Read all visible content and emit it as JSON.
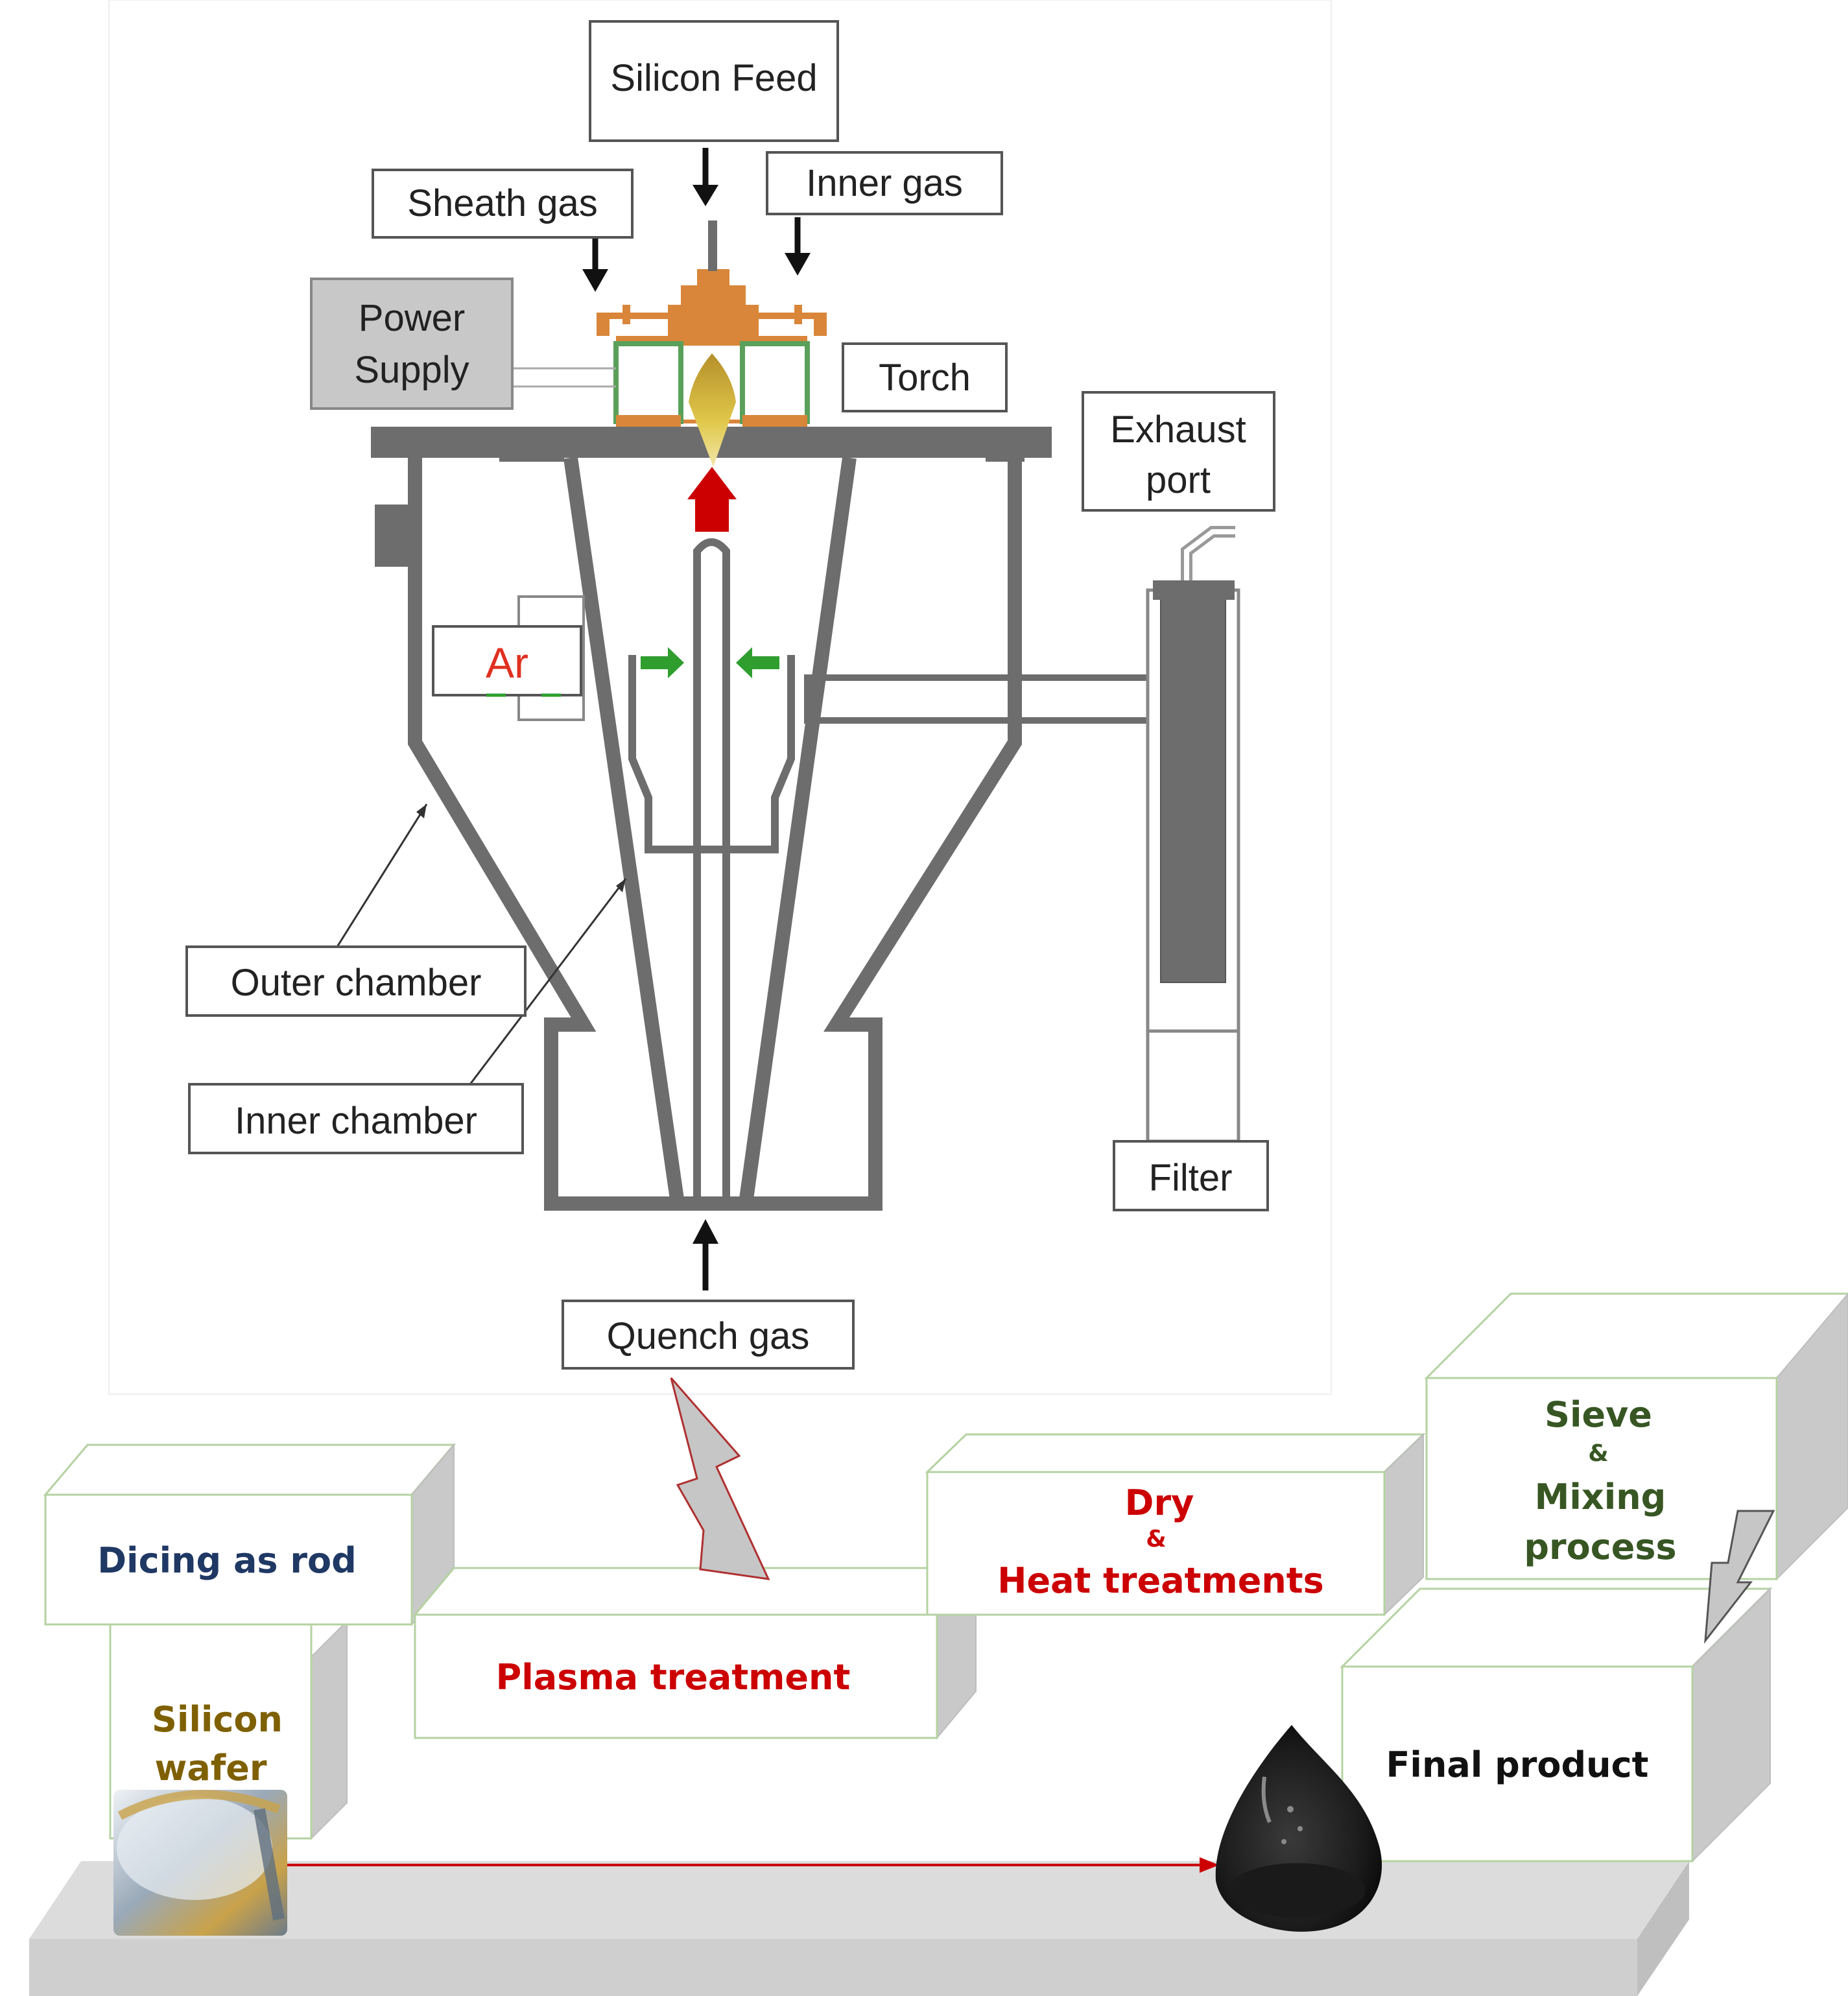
{
  "diagram": {
    "labels": {
      "silicon_feed": "Silicon Feed",
      "sheath_gas": "Sheath gas",
      "inner_gas": "Inner gas",
      "power_supply_line1": "Power",
      "power_supply_line2": "Supply",
      "torch": "Torch",
      "exhaust_port_line1": "Exhaust",
      "exhaust_port_line2": "port",
      "ar": "Ar",
      "outer_chamber": "Outer chamber",
      "inner_chamber": "Inner chamber",
      "filter": "Filter",
      "quench_gas": "Quench gas"
    },
    "process_steps": {
      "dicing": "Dicing as rod",
      "silicon_wafer_line1": "Silicon",
      "silicon_wafer_line2": "wafer",
      "plasma": "Plasma treatment",
      "dry": "Dry",
      "dry_amp": "&",
      "heat": "Heat treatments",
      "sieve": "Sieve",
      "sieve_amp": "&",
      "mixing": "Mixing",
      "process": "process",
      "final": "Final product"
    },
    "colors": {
      "accent_red": "#cc0000",
      "navy": "#1f3864",
      "olive": "#7f6000",
      "green": "#375623",
      "torch_orange": "#d9863a",
      "torch_green": "#5aa05a",
      "flow_arrow_green": "#2f9e2f"
    }
  }
}
